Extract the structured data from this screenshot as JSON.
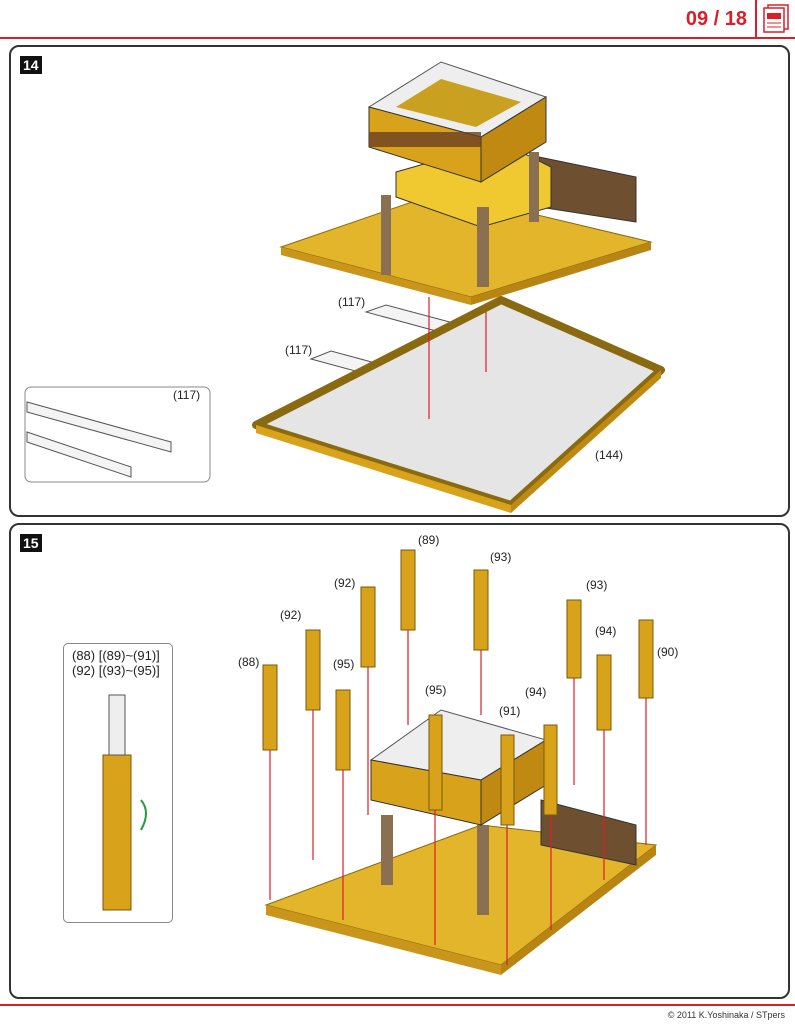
{
  "header": {
    "page": "09 / 18",
    "icon": "document-icon"
  },
  "step14": {
    "number": "14",
    "labels": {
      "strip_a": "(117)",
      "strip_b": "(117)",
      "inset": "(117)",
      "base": "(144)"
    }
  },
  "step15": {
    "number": "15",
    "note": {
      "line1": "(88) [(89)~(91)]",
      "line2": "(92) [(93)~(95)]"
    },
    "labels": {
      "p89": "(89)",
      "p93a": "(93)",
      "p92a": "(92)",
      "p93b": "(93)",
      "p92b": "(92)",
      "p94a": "(94)",
      "p90": "(90)",
      "p88": "(88)",
      "p95a": "(95)",
      "p95b": "(95)",
      "p94b": "(94)",
      "p91": "(91)"
    }
  },
  "footer": {
    "copyright": "© 2011 K.Yoshinaka / STpers"
  },
  "colors": {
    "accent": "#d9202a",
    "gold": "#d8a21a",
    "brown": "#5a3a22"
  }
}
